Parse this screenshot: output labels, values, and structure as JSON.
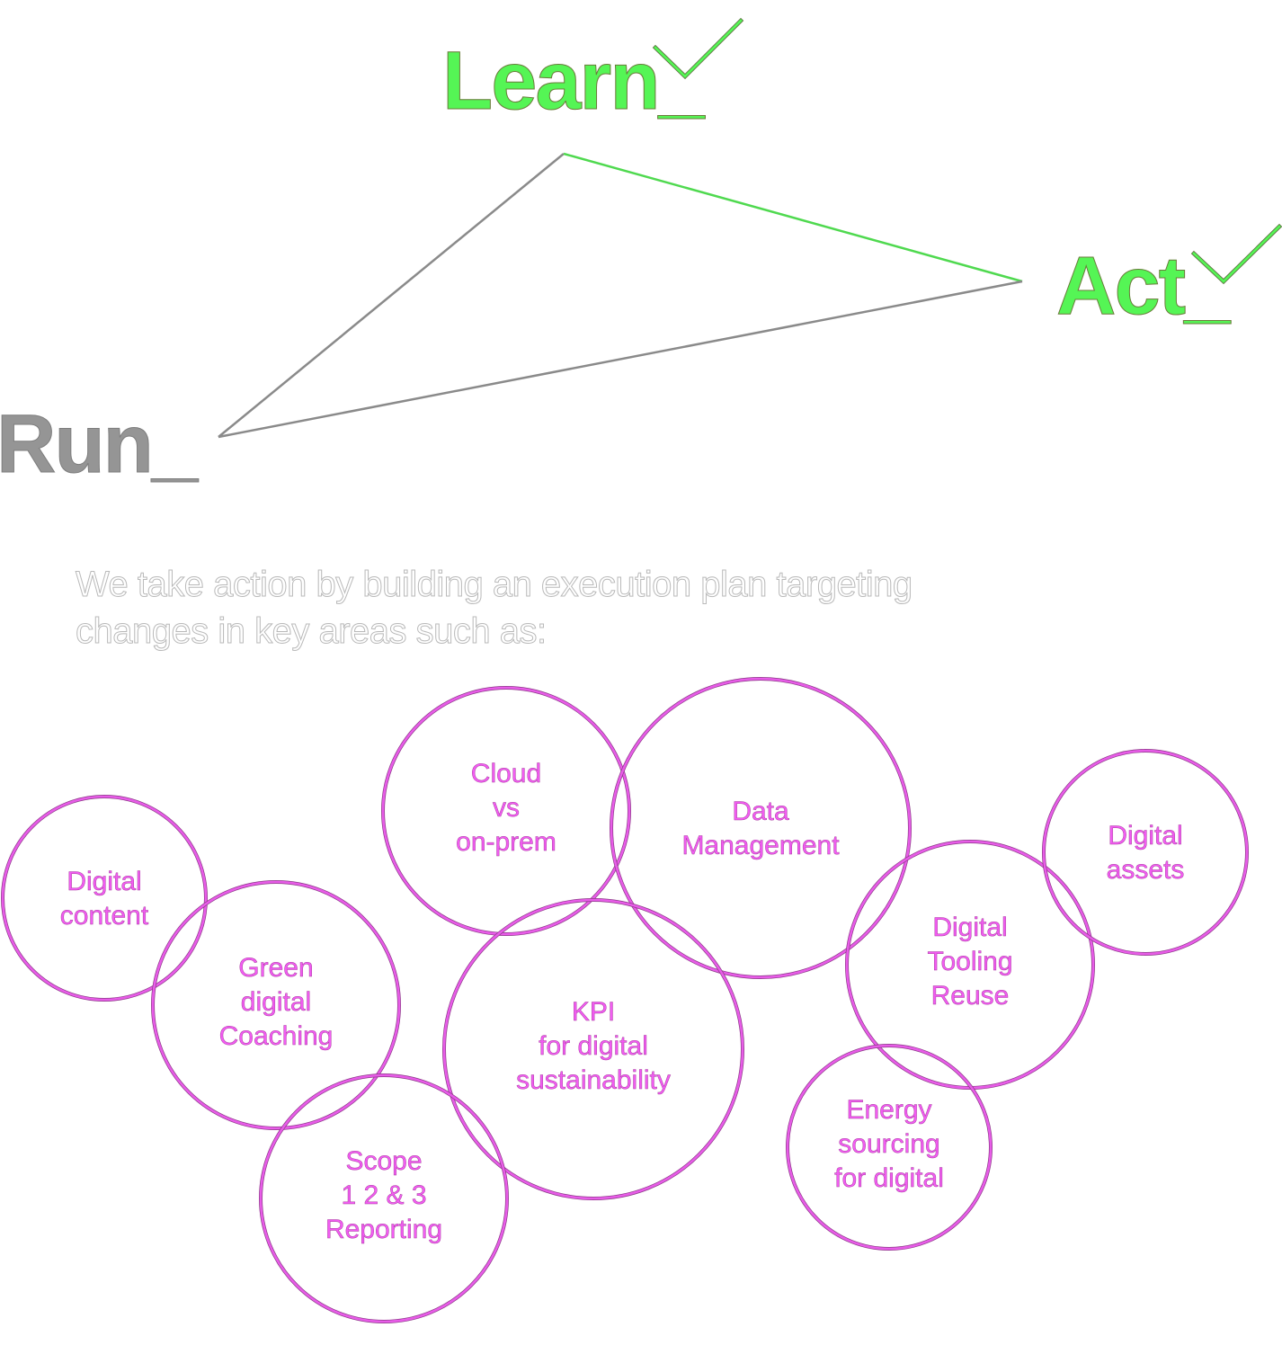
{
  "cycle": {
    "stages": [
      {
        "id": "learn",
        "label": "Learn_",
        "checked": true,
        "color": "#55f555"
      },
      {
        "id": "act",
        "label": "Act_",
        "checked": true,
        "color": "#55f555"
      },
      {
        "id": "run",
        "label": "Run_",
        "checked": false,
        "color": "#959595"
      }
    ],
    "edge_colors": {
      "learn_act": "#4fd94f",
      "run_learn": "#8a8a8a",
      "run_act": "#8a8a8a"
    },
    "check_icon": "checkmark-icon"
  },
  "intro": {
    "line1": "We take action by building an execution plan targeting",
    "line2": "changes in key areas such as:"
  },
  "areas": {
    "stroke_color": "#e85ce8",
    "text_color": "#f25cf2",
    "items": [
      {
        "id": "digital-content",
        "lines": [
          "Digital",
          "content"
        ]
      },
      {
        "id": "green-digital-coaching",
        "lines": [
          "Green",
          "digital",
          "Coaching"
        ]
      },
      {
        "id": "cloud-vs-on-prem",
        "lines": [
          "Cloud",
          "vs",
          "on-prem"
        ]
      },
      {
        "id": "data-management",
        "lines": [
          "Data",
          "Management"
        ]
      },
      {
        "id": "kpi-digital-sustainability",
        "lines": [
          "KPI",
          "for digital",
          "sustainability"
        ]
      },
      {
        "id": "scope-reporting",
        "lines": [
          "Scope",
          "1 2 & 3",
          "Reporting"
        ]
      },
      {
        "id": "digital-tooling-reuse",
        "lines": [
          "Digital",
          "Tooling",
          "Reuse"
        ]
      },
      {
        "id": "digital-assets",
        "lines": [
          "Digital",
          "assets"
        ]
      },
      {
        "id": "energy-sourcing",
        "lines": [
          "Energy",
          "sourcing",
          "for digital"
        ]
      }
    ]
  }
}
